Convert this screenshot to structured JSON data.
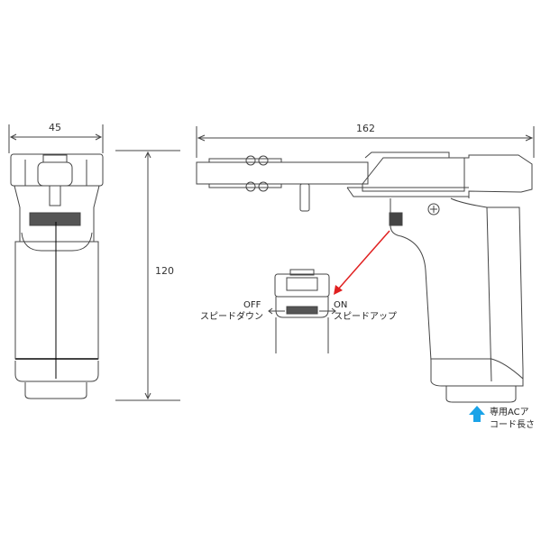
{
  "dimensions": {
    "width_front": "45",
    "length_side": "162",
    "height": "120"
  },
  "switch_detail": {
    "off_label": "OFF",
    "off_desc": "スピードダウン",
    "on_label": "ON",
    "on_desc": "スピードアップ"
  },
  "cable_note": {
    "line1": "専用ACア",
    "line2": "コード長さ"
  },
  "colors": {
    "line": "#444444",
    "callout_arrow": "#e02020",
    "cable_arrow": "#1aa3e8"
  }
}
